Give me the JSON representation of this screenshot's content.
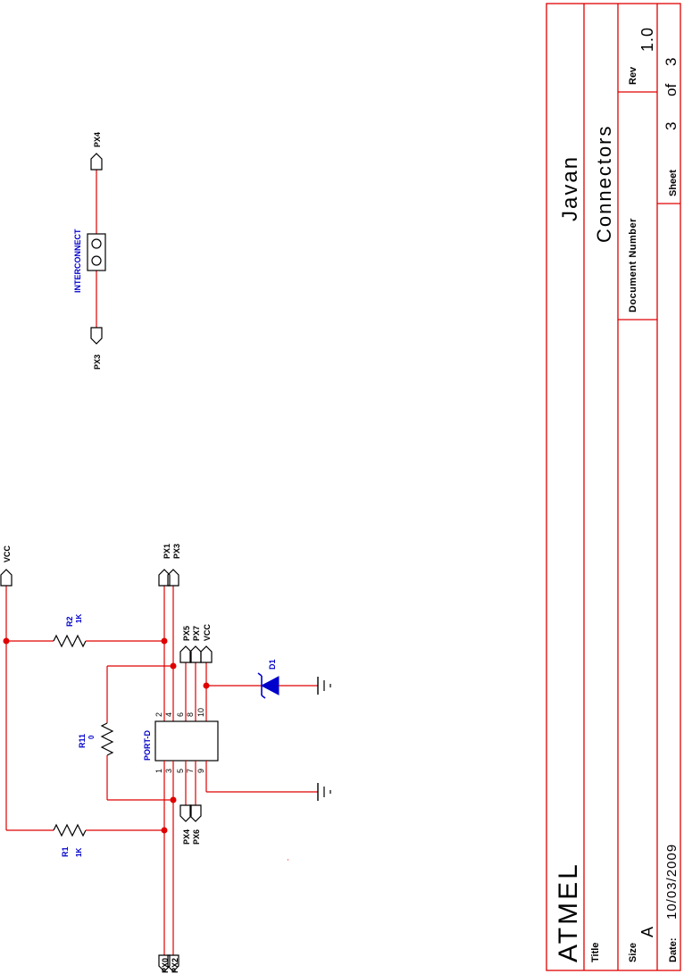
{
  "title_block": {
    "company": "ATMEL",
    "project": "Javan",
    "title_label": "Title",
    "title": "Connectors",
    "size_label": "Size",
    "size": "A",
    "doc_number_label": "Document Number",
    "rev_label": "Rev",
    "rev": "1.0",
    "date_label": "Date:",
    "date": "10/03/2009",
    "sheet_label": "Sheet",
    "sheet": "3",
    "of_label": "of",
    "sheets_total": "3"
  },
  "interconnect": {
    "label": "INTERCONNECT",
    "port_left": "PX3",
    "port_right": "PX4"
  },
  "components": {
    "r1": {
      "ref": "R1",
      "value": "1K"
    },
    "r2": {
      "ref": "R2",
      "value": "1K"
    },
    "r11": {
      "ref": "R11",
      "value": "0"
    },
    "d1": {
      "ref": "D1"
    },
    "port_d": {
      "label": "PORT-D",
      "pins_top": [
        "2",
        "4",
        "6",
        "8",
        "10"
      ],
      "pins_bottom": [
        "1",
        "3",
        "5",
        "7",
        "9"
      ]
    }
  },
  "net_labels": {
    "vcc_top": "VCC",
    "px1": "PX1",
    "px3": "PX3",
    "px5": "PX5",
    "px7": "PX7",
    "vcc_mid": "VCC",
    "px4": "PX4",
    "px6": "PX6",
    "px0": "PX0",
    "px2": "PX2"
  },
  "colors": {
    "wire": "#e00000",
    "label": "#0000cc",
    "component": "#000000"
  }
}
